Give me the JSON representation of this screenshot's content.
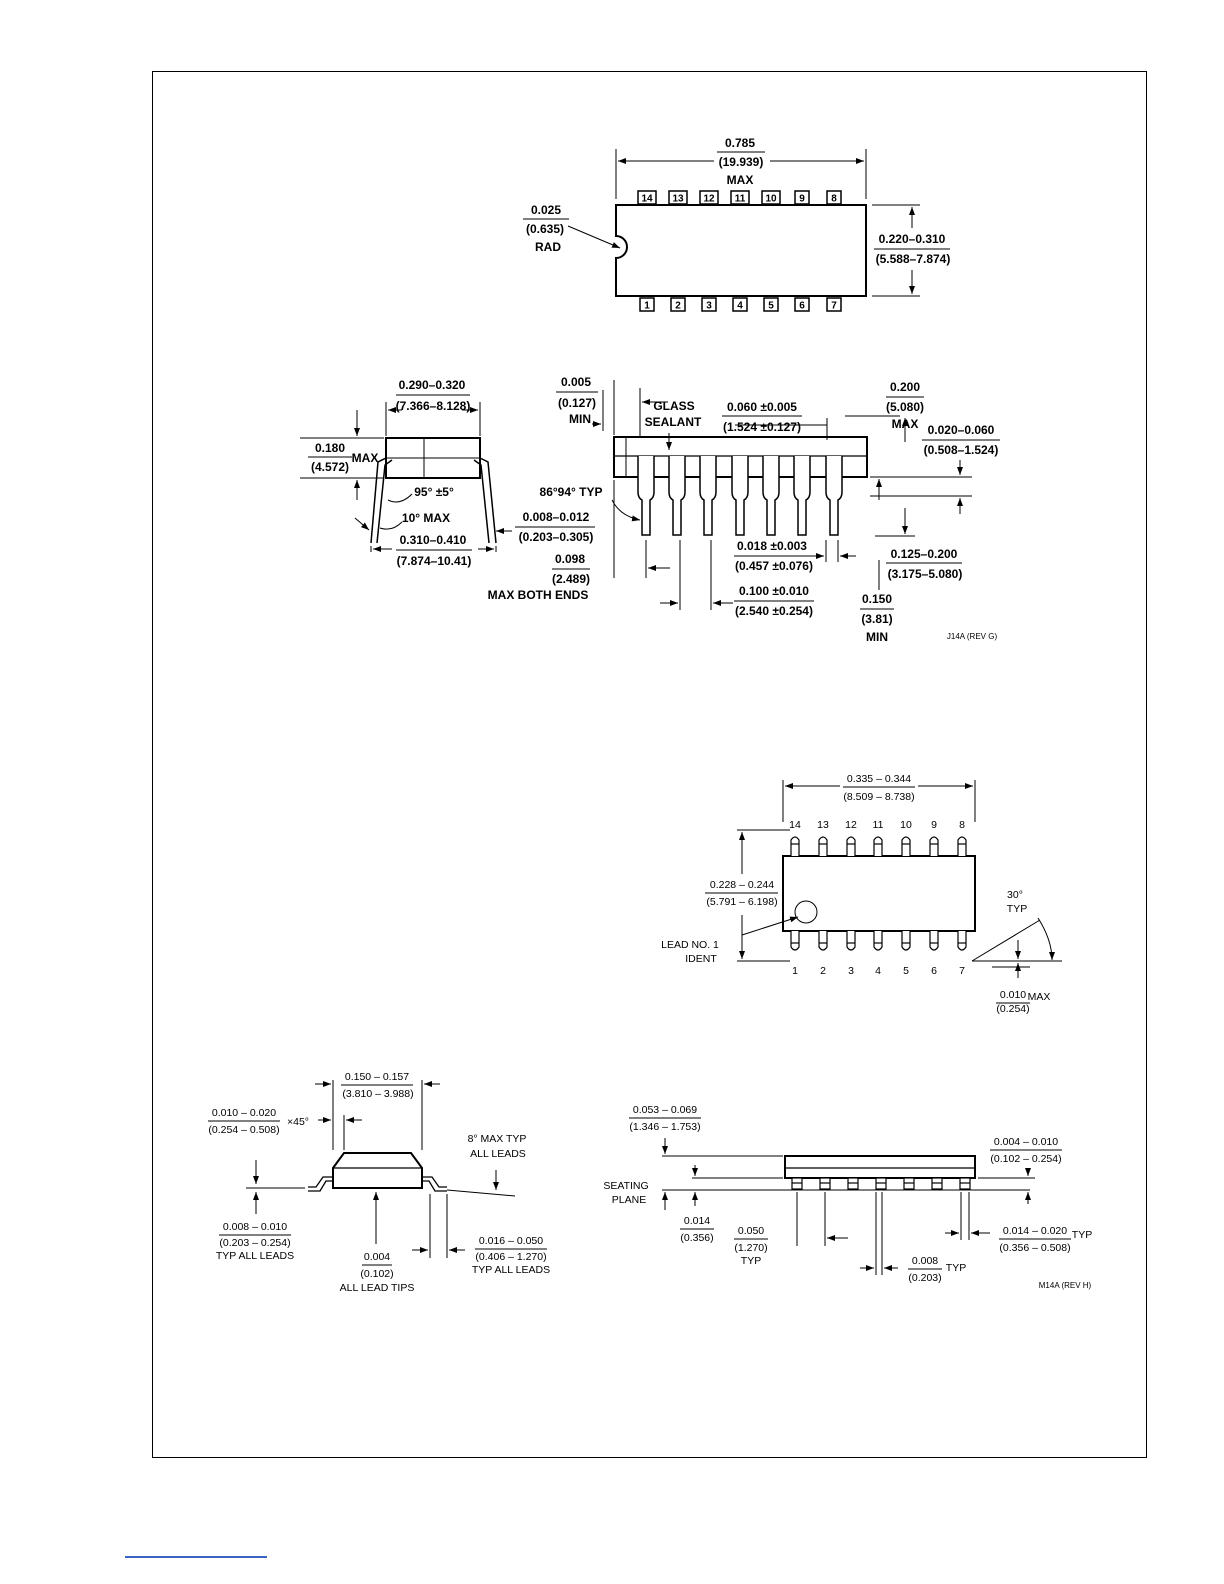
{
  "j14a": {
    "top_view": {
      "length_in": "0.785",
      "length_mm": "(19.939)",
      "length_note": "MAX",
      "notch_in": "0.025",
      "notch_mm": "(0.635)",
      "notch_note": "RAD",
      "width_in": "0.220–0.310",
      "width_mm": "(5.588–7.874)",
      "pins_top": [
        "14",
        "13",
        "12",
        "11",
        "10",
        "9",
        "8"
      ],
      "pins_bottom": [
        "1",
        "2",
        "3",
        "4",
        "5",
        "6",
        "7"
      ]
    },
    "end_view": {
      "width_in": "0.290–0.320",
      "width_mm": "(7.366–8.128)",
      "height_in": "0.180",
      "height_mm": "(4.572)",
      "height_note": "MAX",
      "angle_95": "95° ±5°",
      "angle_10": "10° MAX",
      "lead_span_in": "0.310–0.410",
      "lead_span_mm": "(7.874–10.41)",
      "lead_thick_in": "0.008–0.012",
      "lead_thick_mm": "(0.203–0.305)"
    },
    "side_view": {
      "standoff_in": "0.005",
      "standoff_mm": "(0.127)",
      "standoff_note": "MIN",
      "glass_1": "GLASS",
      "glass_2": "SEALANT",
      "shoulder_in": "0.060 ±0.005",
      "shoulder_mm": "(1.524 ±0.127)",
      "height_in": "0.200",
      "height_mm": "(5.080)",
      "height_note": "MAX",
      "seat_in": "0.020–0.060",
      "seat_mm": "(0.508–1.524)",
      "lead_angle": "86°94° TYP",
      "end_in": "0.098",
      "end_mm": "(2.489)",
      "end_note": "MAX BOTH ENDS",
      "lead_w_in": "0.018 ±0.003",
      "lead_w_mm": "(0.457 ±0.076)",
      "pitch_in": "0.100 ±0.010",
      "pitch_mm": "(2.540 ±0.254)",
      "lead_len_in": "0.125–0.200",
      "lead_len_mm": "(3.175–5.080)",
      "min_len_in": "0.150",
      "min_len_mm": "(3.81)",
      "min_len_note": "MIN",
      "rev": "J14A (REV G)"
    }
  },
  "m14a": {
    "top_view": {
      "length_in": "0.335 – 0.344",
      "length_mm": "(8.509 – 8.738)",
      "width_in": "0.228 – 0.244",
      "width_mm": "(5.791 – 6.198)",
      "ident_1": "LEAD NO. 1",
      "ident_2": "IDENT",
      "angle_1": "30°",
      "angle_2": "TYP",
      "max_in": "0.010",
      "max_note": "MAX",
      "max_mm": "(0.254)",
      "pins_top": [
        "14",
        "13",
        "12",
        "11",
        "10",
        "9",
        "8"
      ],
      "pins_bottom": [
        "1",
        "2",
        "3",
        "4",
        "5",
        "6",
        "7"
      ]
    },
    "end_view": {
      "body_in": "0.150 – 0.157",
      "body_mm": "(3.810 – 3.988)",
      "chamfer_in": "0.010 – 0.020",
      "chamfer_mm": "(0.254 – 0.508)",
      "chamfer_note": "×45°",
      "angle_1": "8° MAX TYP",
      "angle_2": "ALL LEADS",
      "thick_in": "0.008 – 0.010",
      "thick_mm": "(0.203 – 0.254)",
      "thick_note": "TYP ALL LEADS",
      "tips_in": "0.004",
      "tips_mm": "(0.102)",
      "tips_note": "ALL LEAD TIPS",
      "foot_in": "0.016 – 0.050",
      "foot_mm": "(0.406 – 1.270)",
      "foot_note": "TYP ALL LEADS"
    },
    "side_view": {
      "height_in": "0.053 – 0.069",
      "height_mm": "(1.346 – 1.753)",
      "standoff_in": "0.004 – 0.010",
      "standoff_mm": "(0.102 – 0.254)",
      "seat_1": "SEATING",
      "seat_2": "PLANE",
      "seat_in": "0.014",
      "seat_mm": "(0.356)",
      "pitch_in": "0.050",
      "pitch_mm": "(1.270)",
      "pitch_note": "TYP",
      "lead_w_in": "0.014 – 0.020",
      "lead_w_note": "TYP",
      "lead_w_mm": "(0.356 – 0.508)",
      "gap_in": "0.008",
      "gap_mm": "(0.203)",
      "gap_note": "TYP",
      "rev": "M14A (REV H)"
    }
  }
}
